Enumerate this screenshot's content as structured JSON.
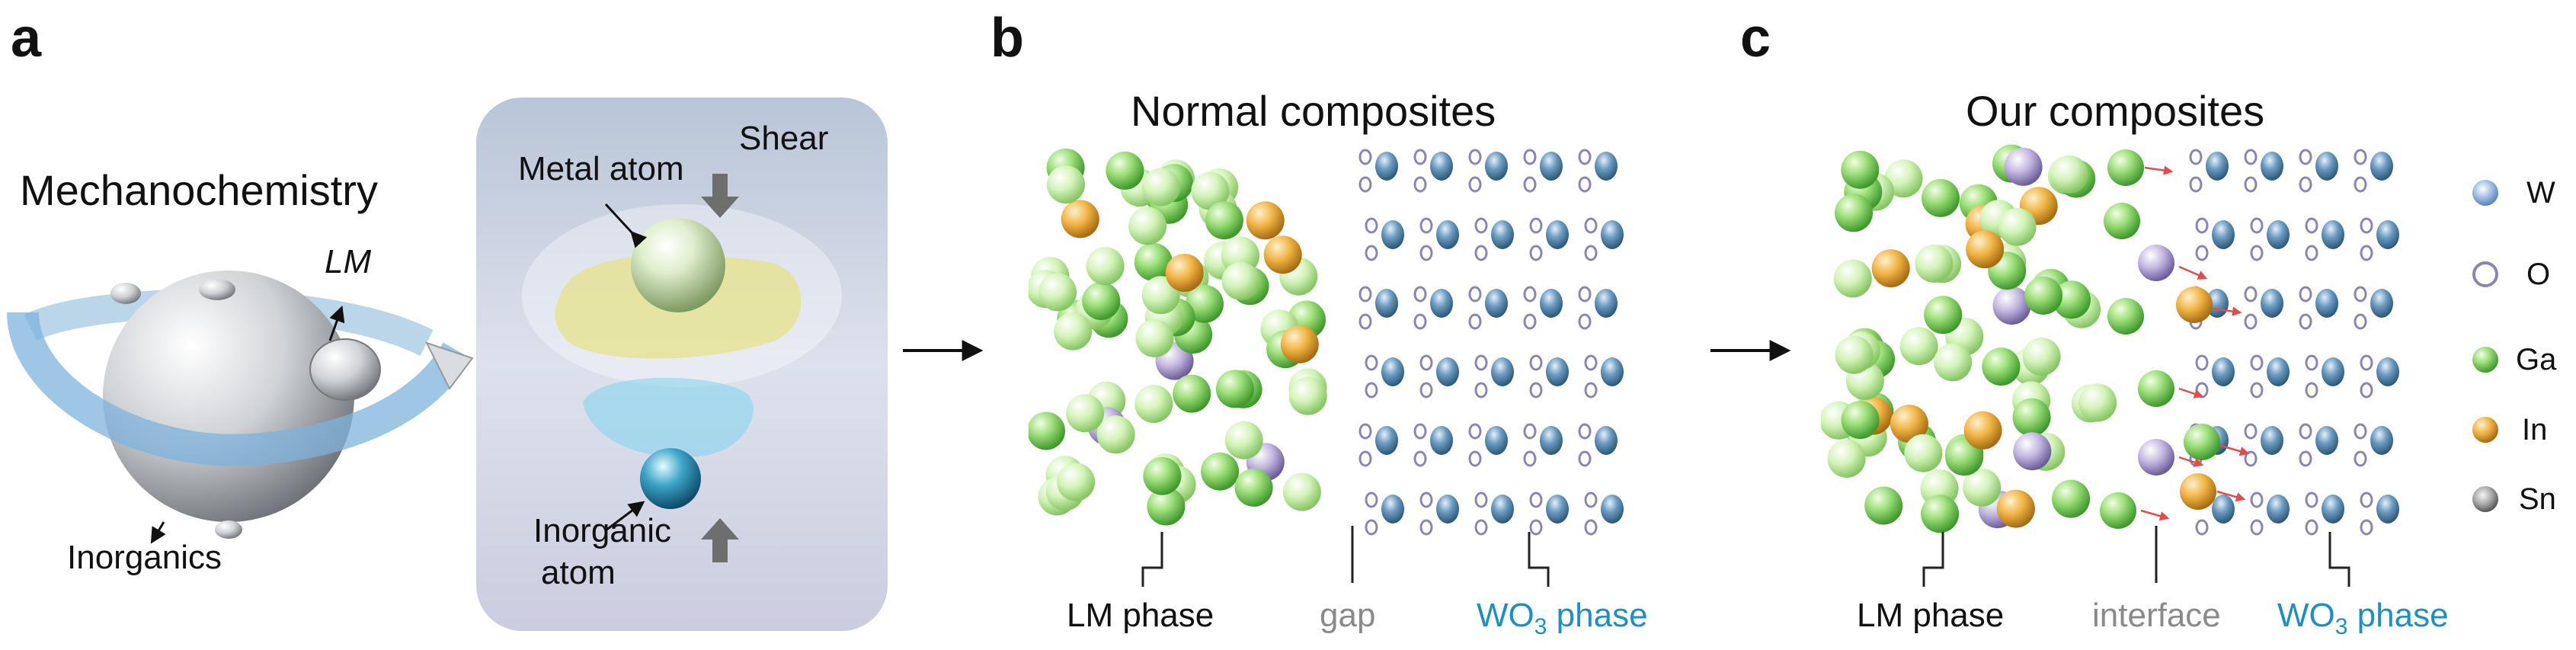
{
  "panels": {
    "a": {
      "letter": "a",
      "title": "Mechanochemistry",
      "lm_label": "LM",
      "inorganics_label": "Inorganics",
      "shear_label": "Shear",
      "metal_atom_label": "Metal atom",
      "inorganic_atom_label_1": "Inorganic",
      "inorganic_atom_label_2": "atom"
    },
    "b": {
      "letter": "b",
      "title": "Normal composites",
      "label_lm": "LM phase",
      "label_gap": "gap",
      "label_wo3_prefix": "WO",
      "label_wo3_sub": "3",
      "label_wo3_suffix": " phase"
    },
    "c": {
      "letter": "c",
      "title": "Our composites",
      "label_lm": "LM phase",
      "label_interface": "interface",
      "label_wo3_prefix": "WO",
      "label_wo3_sub": "3",
      "label_wo3_suffix": " phase"
    }
  },
  "legend": [
    {
      "symbol": "W",
      "color": "#7fa9d9"
    },
    {
      "symbol": "O",
      "color": "#ffffff"
    },
    {
      "symbol": "Ga",
      "color": "#86d16b"
    },
    {
      "symbol": "In",
      "color": "#e7a93c"
    },
    {
      "symbol": "Sn",
      "color": "#9a9a9a"
    }
  ],
  "colors": {
    "ga_light": "#cdeeb0",
    "ga": "#7ed061",
    "in": "#e3a53a",
    "sn_purple": "#a89ac8",
    "w_blue": "#4f7ea3",
    "o_ring": "#8a86b0",
    "wo3_label": "#1d8fc7",
    "arrow_red": "#e54b4b"
  }
}
